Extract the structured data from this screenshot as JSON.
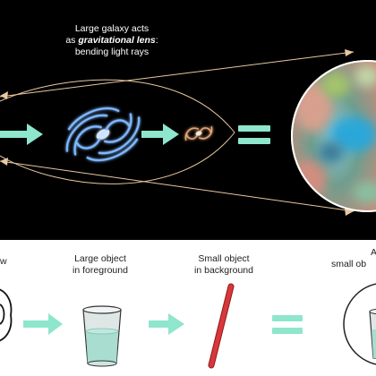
{
  "top_panel": {
    "caption_line1": "Large galaxy acts",
    "caption_line2_prefix": "as ",
    "caption_line2_emph": "gravitational lens",
    "caption_line2_suffix": ":",
    "caption_line3": "bending light rays"
  },
  "bottom_panel": {
    "left_partial": "w",
    "foreground_line1": "Large object",
    "foreground_line2": "in foreground",
    "background_line1": "Small object",
    "background_line2": "in background",
    "result_line1": "A",
    "result_line2": "small ob"
  },
  "colors": {
    "dark_bg": "#000000",
    "arrow_teal": "#8ee6cc",
    "ray_tan": "#e9c7a0",
    "galaxy_blue": "#7fb8ff",
    "galaxy_orange": "#e8a779",
    "stick_red": "#d9373a",
    "water": "#a8ddd0"
  },
  "icons": {
    "arrow": "arrow-right-icon",
    "equals": "equals-icon",
    "lens_galaxy": "spiral-galaxy-icon",
    "source_galaxy": "small-galaxy-icon",
    "glass": "glass-icon",
    "stick": "stick-icon",
    "eye": "eye-icon"
  }
}
